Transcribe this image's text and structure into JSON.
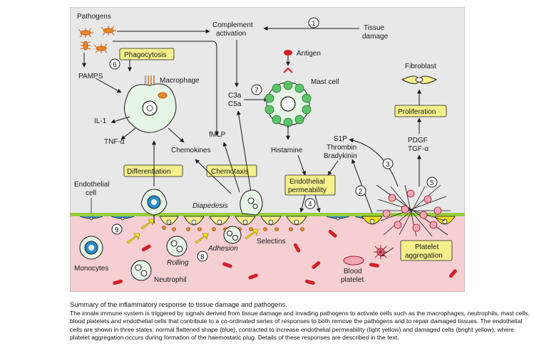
{
  "figure": {
    "labels": {
      "pathogens": "Pathogens",
      "complement1": "Complement",
      "complement2": "activation",
      "tissue1": "Tissue",
      "tissue2": "damage",
      "phagocytosis": "Phagocytosis",
      "pamps": "PAMPS",
      "macrophage": "Macrophage",
      "antigen": "Antigen",
      "mast_cell": "Mast cell",
      "fibroblast": "Fibroblast",
      "proliferation": "Proliferation",
      "il1": "IL-1",
      "tnf": "TNF-α",
      "chemokines": "Chemokines",
      "fmlp": "fMLP",
      "c3a": "C3a",
      "c5a": "C5a",
      "histamine": "Histamine",
      "s1p": "S1P",
      "thrombin": "Thrombin",
      "bradykinin": "Bradykinin",
      "pdgf": "PDGF",
      "tgf": "TGF-α",
      "differentiation": "Differentiation",
      "chemotaxis": "Chemotaxis",
      "endo_perm1": "Endothelial",
      "endo_perm2": "permeability",
      "endo_cell1": "Endothelial",
      "endo_cell2": "cell",
      "diapedesis": "Diapedesis",
      "adhesion": "Adhesion",
      "selectins": "Selectins",
      "rolling": "Rolling",
      "monocytes": "Monocytes",
      "neutrophil": "Neutrophil",
      "blood_platelet1": "Blood",
      "blood_platelet2": "platelet",
      "platelet_agg1": "Platelet",
      "platelet_agg2": "aggregation"
    },
    "steps": [
      "1",
      "2",
      "3",
      "4",
      "5",
      "6",
      "7",
      "8",
      "9"
    ],
    "colors": {
      "panel_bg": "#e8e8e8",
      "blood_bg": "#f6cfd2",
      "membrane": "#9acd3c",
      "callout_box": "#f6f08c",
      "endothelial_normal": "#2b8fd0",
      "endothelial_perm": "#f6f08c",
      "endothelial_damaged": "#f3e21c",
      "red_cell": "#d4202a",
      "mast_granule": "#5cc468",
      "cell_body": "#e6f4e6"
    }
  },
  "caption": {
    "title": "Summary of the inflammatory response to tissue damage and pathogens.",
    "body": "The innate immune system is triggered by signals derived from tissue damage and invading pathogens to activate cells such as the macrophages, neutrophils, mast cells, blood platelets and endothelial cells that contribute to a co-ordinated series of responses to both remove the pathogens and to repair damaged tissues. The endothelial cells are shown in three states: normal flattened shape (blue), contracted to increase endothelial permeability (light yellow) and damaged cells (bright yellow), where platelet aggregation occurs during formation of the haemostatic plug. Details of these responses are described in the text."
  }
}
